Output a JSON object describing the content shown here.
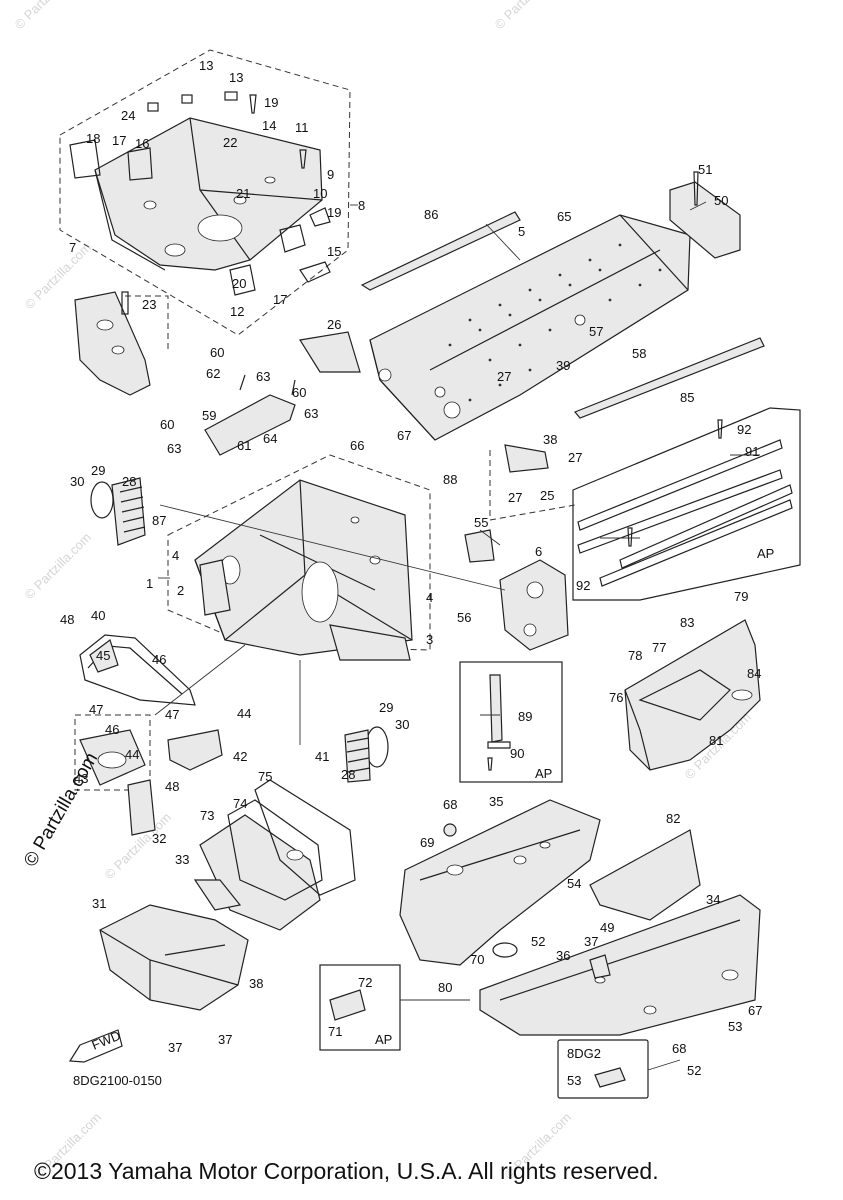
{
  "diagram_code": "8DG2100-0150",
  "copyright": "©2013 Yamaha Motor Corporation, U.S.A. All rights reserved.",
  "side_watermark": "© Partzilla.com",
  "bg_watermark": "© Partzilla.com",
  "fwd_label": "FWD",
  "ap_label": "AP",
  "variant_label": "8DG2",
  "callouts": [
    "1",
    "2",
    "3",
    "4",
    "4",
    "5",
    "6",
    "7",
    "8",
    "9",
    "10",
    "11",
    "12",
    "13",
    "13",
    "14",
    "15",
    "16",
    "17",
    "17",
    "18",
    "19",
    "19",
    "20",
    "21",
    "22",
    "23",
    "24",
    "25",
    "26",
    "27",
    "27",
    "27",
    "28",
    "28",
    "29",
    "29",
    "30",
    "30",
    "31",
    "32",
    "33",
    "34",
    "35",
    "36",
    "37",
    "37",
    "37",
    "38",
    "38",
    "39",
    "40",
    "41",
    "42",
    "43",
    "44",
    "44",
    "45",
    "46",
    "46",
    "47",
    "47",
    "48",
    "48",
    "49",
    "50",
    "51",
    "52",
    "52",
    "53",
    "53",
    "54",
    "55",
    "56",
    "57",
    "58",
    "59",
    "60",
    "60",
    "60",
    "61",
    "62",
    "63",
    "63",
    "63",
    "64",
    "65",
    "66",
    "67",
    "67",
    "68",
    "68",
    "69",
    "70",
    "71",
    "72",
    "73",
    "74",
    "75",
    "76",
    "77",
    "78",
    "79",
    "80",
    "81",
    "82",
    "83",
    "84",
    "85",
    "86",
    "87",
    "88",
    "89",
    "90",
    "91",
    "92",
    "92"
  ],
  "accent": "#111111"
}
